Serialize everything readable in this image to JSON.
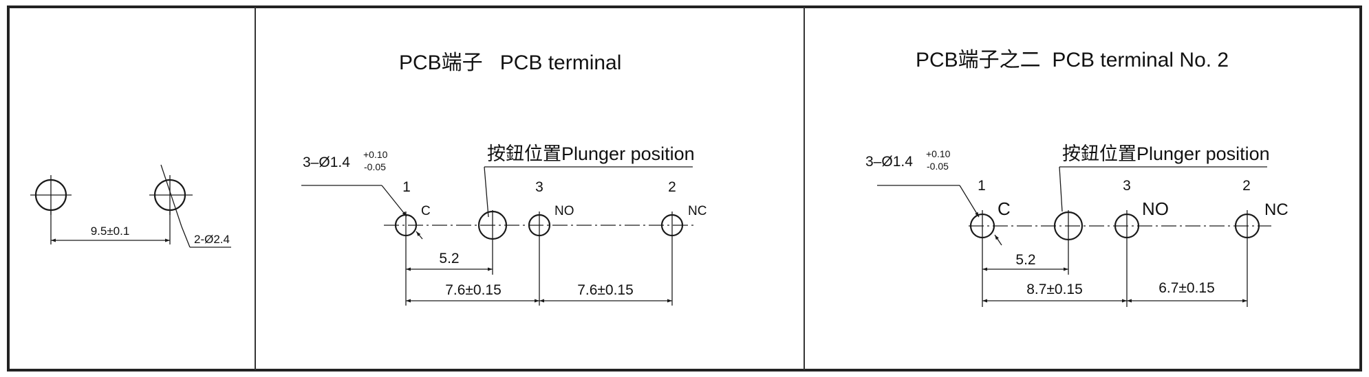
{
  "left_panel": {
    "spacing_label": "9.5±0.1",
    "hole_label": "2-Ø2.4"
  },
  "panel1": {
    "title": "PCB端子   PCB terminal",
    "hole_spec": "3–Ø1.4",
    "tol_upper": "+0.10",
    "tol_lower": "-0.05",
    "plunger_label": "按鈕位置Plunger position",
    "pin_numbers": [
      "1",
      "3",
      "2"
    ],
    "terminal_labels": [
      "C",
      "NO",
      "NC"
    ],
    "dim_plunger": "5.2",
    "dim_a": "7.6±0.15",
    "dim_b": "7.6±0.15"
  },
  "panel2": {
    "title": "PCB端子之二  PCB terminal No. 2",
    "hole_spec": "3–Ø1.4",
    "tol_upper": "+0.10",
    "tol_lower": "-0.05",
    "plunger_label": "按鈕位置Plunger position",
    "pin_numbers": [
      "1",
      "3",
      "2"
    ],
    "terminal_labels": [
      "C",
      "NO",
      "NC"
    ],
    "dim_plunger": "5.2",
    "dim_a": "8.7±0.15",
    "dim_b": "6.7±0.15"
  }
}
